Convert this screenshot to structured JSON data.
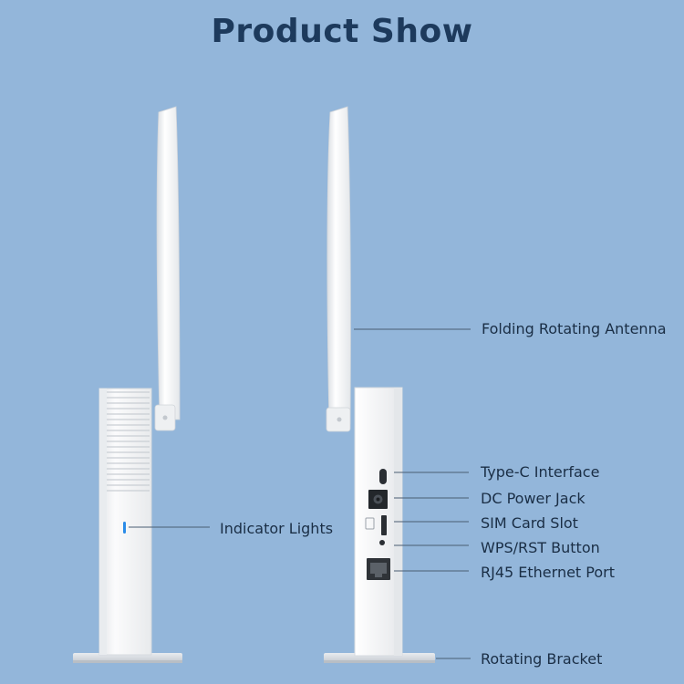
{
  "title": "Product Show",
  "labels": {
    "antenna": "Folding Rotating Antenna",
    "type_c": "Type-C Interface",
    "dc_power": "DC Power Jack",
    "sim_slot": "SIM Card Slot",
    "wps_rst": "WPS/RST Button",
    "rj45": "RJ45 Ethernet Port",
    "indicator": "Indicator Lights",
    "bracket": "Rotating Bracket"
  },
  "colors": {
    "background": "#93b6da",
    "title": "#1d3a5c",
    "device_body": "#f2f4f6",
    "indicator_led": "#2a8be8"
  }
}
